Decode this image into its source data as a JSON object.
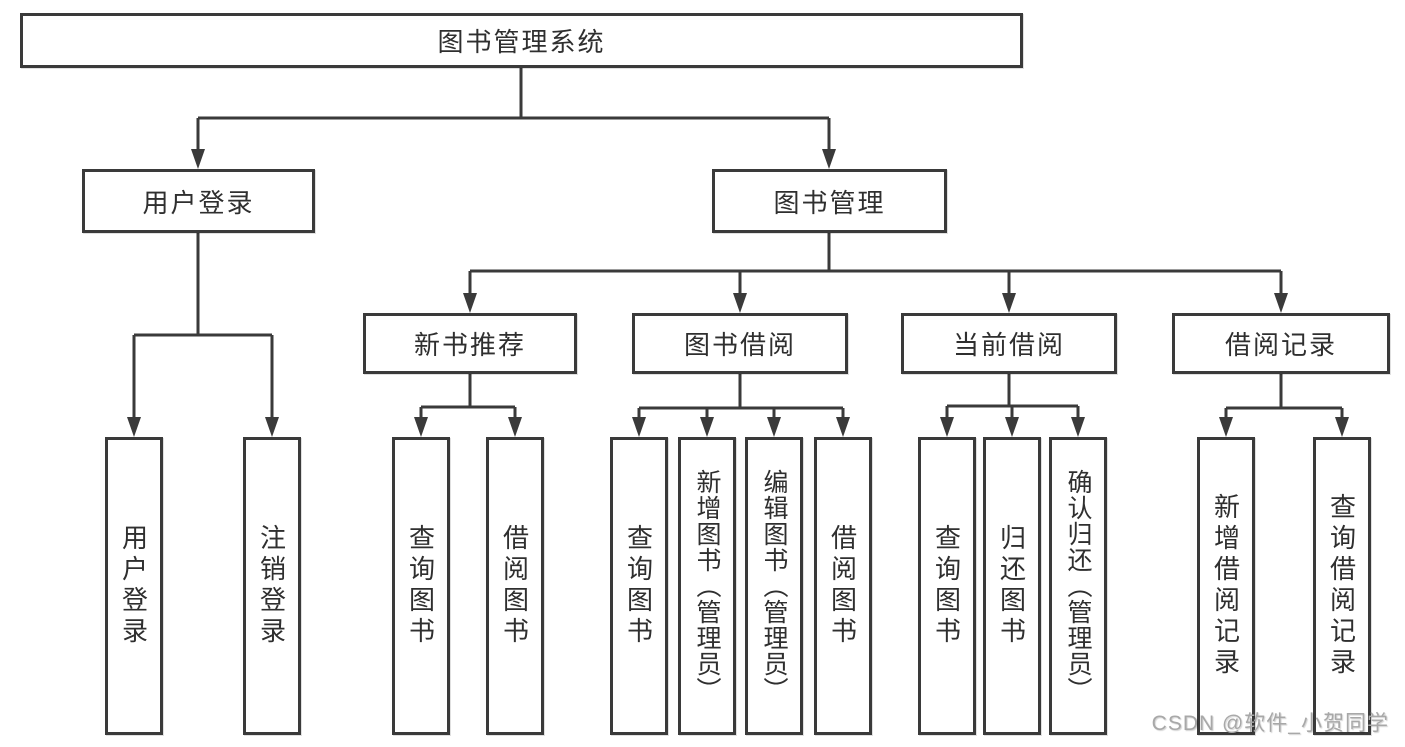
{
  "diagram": {
    "root": {
      "label": "图书管理系统"
    },
    "branches": [
      {
        "label": "用户登录",
        "children": [
          {
            "label": "用户登录"
          },
          {
            "label": "注销登录"
          }
        ]
      },
      {
        "label": "图书管理",
        "children": [
          {
            "label": "新书推荐",
            "children": [
              {
                "label": "查询图书"
              },
              {
                "label": "借阅图书"
              }
            ]
          },
          {
            "label": "图书借阅",
            "children": [
              {
                "label": "查询图书"
              },
              {
                "label": "新增图书（管理员）"
              },
              {
                "label": "编辑图书（管理员）"
              },
              {
                "label": "借阅图书"
              }
            ]
          },
          {
            "label": "当前借阅",
            "children": [
              {
                "label": "查询图书"
              },
              {
                "label": "归还图书"
              },
              {
                "label": "确认归还（管理员）"
              }
            ]
          },
          {
            "label": "借阅记录",
            "children": [
              {
                "label": "新增借阅记录"
              },
              {
                "label": "查询借阅记录"
              }
            ]
          }
        ]
      }
    ],
    "watermark": "CSDN @软件_小贺同学",
    "colors": {
      "line": "#3a3a3a",
      "text": "#2f2f2f",
      "watermark": "#a8a8a8",
      "background": "#ffffff"
    }
  }
}
